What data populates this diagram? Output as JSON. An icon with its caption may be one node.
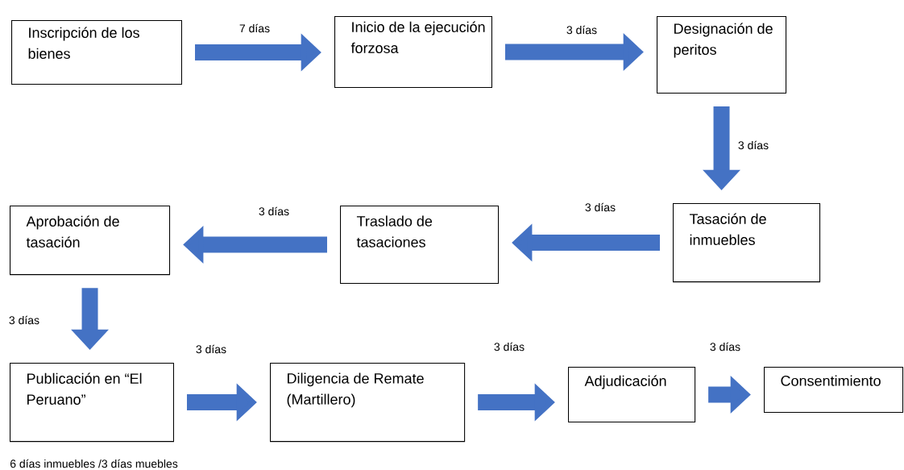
{
  "diagram": {
    "nodes": [
      {
        "text": [
          "Inscripción de los bienes"
        ]
      },
      {
        "text": [
          "Inicio de la ejecución forzosa"
        ]
      },
      {
        "text": [
          "Designación de peritos"
        ]
      },
      {
        "text": [
          "Tasación de inmuebles"
        ]
      },
      {
        "text": [
          "Traslado de tasaciones"
        ]
      },
      {
        "text": [
          "Aprobación de tasación"
        ]
      },
      {
        "text": [
          "Publicación en “El Peruano”"
        ],
        "beside": [
          "6 días inmuebles /3 días muebles"
        ]
      },
      {
        "text": [
          "Diligencia de Remate (Martillero)"
        ]
      },
      {
        "text": [
          "Adjudicación"
        ]
      },
      {
        "text": [
          "Consentimiento"
        ]
      }
    ],
    "edges": [
      {
        "from": 0,
        "to": 1,
        "arrow": "to",
        "label": "7 días"
      },
      {
        "from": 1,
        "to": 2,
        "arrow": "to",
        "label": "3 días"
      },
      {
        "from": 2,
        "to": 3,
        "arrow": "to",
        "label": "3 días"
      },
      {
        "from": 3,
        "to": 4,
        "arrow": "to",
        "label": "3 días"
      },
      {
        "from": 4,
        "to": 5,
        "arrow": "to",
        "label": "3 días"
      },
      {
        "from": 5,
        "to": 6,
        "arrow": "to",
        "label": "3 días"
      },
      {
        "from": 6,
        "to": 7,
        "arrow": "to",
        "label": "3 días"
      },
      {
        "from": 7,
        "to": 8,
        "arrow": "to",
        "label": "3 días"
      },
      {
        "from": 8,
        "to": 9,
        "arrow": "to",
        "label": "3 días"
      }
    ]
  }
}
